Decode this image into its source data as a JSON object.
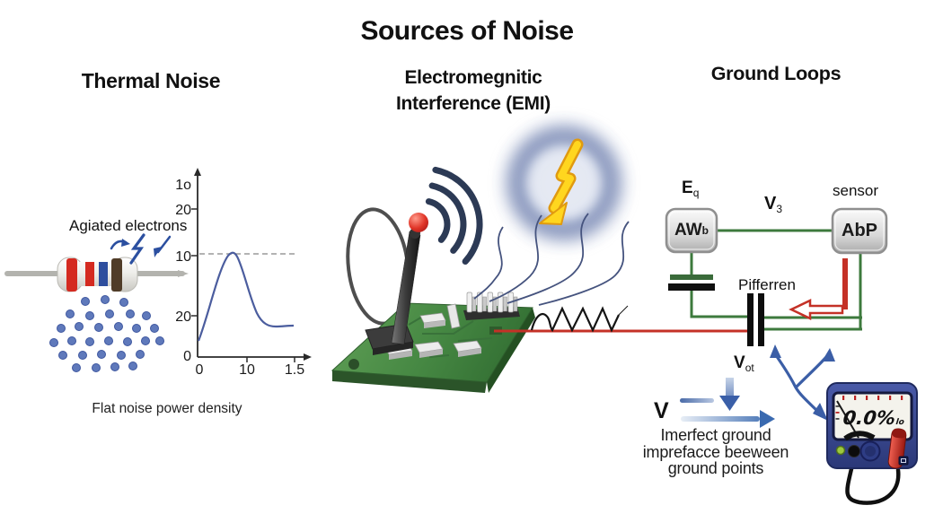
{
  "title": "Sources of Noise",
  "thermal": {
    "heading": "Thermal Noise",
    "electrons_label": "Agiated electrons",
    "caption": "Flat noise power density",
    "graph": {
      "type": "line",
      "y_ticks": [
        "1o",
        "20",
        "10",
        "20",
        "0"
      ],
      "x_ticks": [
        "0",
        "10",
        "1.5"
      ],
      "dashed_reference_at_y_tick": "10",
      "curve_points_norm": [
        [
          0,
          0.1
        ],
        [
          0.35,
          0.6
        ],
        [
          0.55,
          1.0
        ],
        [
          0.8,
          0.4
        ],
        [
          1.1,
          0.22
        ],
        [
          1.5,
          0.21
        ]
      ],
      "description": "curve rises to a peak touching the dashed reference line then settles flat"
    }
  },
  "emi": {
    "heading_line1": "Electromegnitic",
    "heading_line2": "Interference (EMI)"
  },
  "ground": {
    "heading": "Ground Loops",
    "source_label": {
      "main": "E",
      "sub": "q"
    },
    "wire_label": {
      "main": "V",
      "sub": "3"
    },
    "sensor_label": "sensor",
    "box_left": {
      "main": "AW",
      "sub": "b"
    },
    "box_right": "AbP",
    "capacitor_label": "Pifferren",
    "vout_label": {
      "main": "V",
      "sub": "ot"
    },
    "v_label": "V",
    "caption_line1": "Imerfect ground",
    "caption_line2": "imprefacce beeween",
    "caption_line3": "ground points",
    "meter": {
      "reading": "0.0%",
      "reading_sub": "lo"
    }
  },
  "icons": {
    "agitation_bolt": "lightning",
    "emi_bolt": "lightning-in-cloud",
    "wifi": "signal-arcs",
    "noise_wave": "sawtooth"
  },
  "colors": {
    "wire_green": "#3d7a3d",
    "wire_red": "#c43127",
    "arrow_blue": "#3b5ea6",
    "pcb_green": "#4a8a45",
    "bolt_yellow": "#ffd61f",
    "meter_blue": "#39499b",
    "electron_blue": "#5f79bb"
  }
}
